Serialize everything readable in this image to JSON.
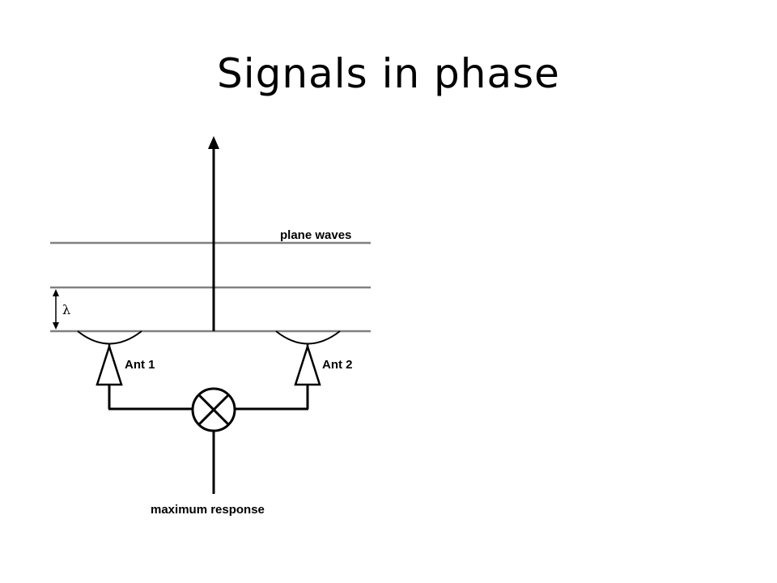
{
  "title": "Signals in phase",
  "labels": {
    "plane_waves": "plane waves",
    "wavelength": "λ",
    "antenna_1": "Ant 1",
    "antenna_2": "Ant 2",
    "output": "maximum response"
  },
  "colors": {
    "wavefront": "#808080",
    "line": "#000000",
    "background": "#ffffff"
  }
}
